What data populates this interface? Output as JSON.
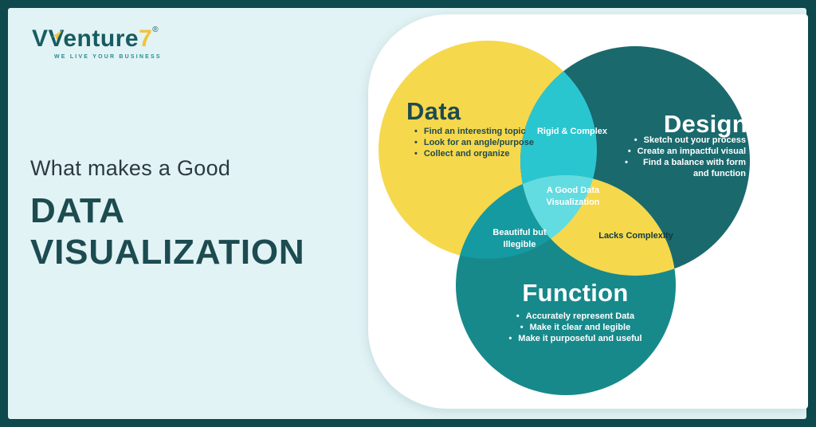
{
  "brand": {
    "name": "Venture",
    "seven": "7",
    "registered": "®",
    "tagline": "WE LIVE YOUR BUSINESS"
  },
  "title": {
    "intro": "What makes a Good",
    "line1": "DATA",
    "line2": "VISUALIZATION"
  },
  "chart_data": {
    "type": "venn",
    "title": "What makes a Good Data Visualization",
    "sets": [
      {
        "name": "Data",
        "color": "#F6D84D",
        "text_color": "#1F4A50",
        "items": [
          "Find an interesting topic",
          "Look for an angle/purpose",
          "Collect and organize"
        ]
      },
      {
        "name": "Design",
        "color": "#1A696D",
        "text_color": "#FFFFFF",
        "items": [
          "Sketch out your process",
          "Create an impactful visual",
          "Find a balance with form and function"
        ]
      },
      {
        "name": "Function",
        "color": "#17898B",
        "text_color": "#FFFFFF",
        "items": [
          "Accurately represent Data",
          "Make it clear and legible",
          "Make it purposeful and useful"
        ]
      }
    ],
    "intersections": [
      {
        "sets": [
          "Data",
          "Design"
        ],
        "label": "Rigid & Complex",
        "color": "#2AC6D0",
        "label_color": "#FFFFFF"
      },
      {
        "sets": [
          "Data",
          "Function"
        ],
        "label": "Beautiful but Illegible",
        "color": "#149AA0",
        "label_color": "#FFFFFF"
      },
      {
        "sets": [
          "Design",
          "Function"
        ],
        "label": "Lacks Complexity",
        "color": "#F6D84D",
        "label_color": "#113B3F"
      },
      {
        "sets": [
          "Data",
          "Design",
          "Function"
        ],
        "label": "A Good Data Visualization",
        "color": "#62DCE1",
        "label_color": "#FFFFFF"
      }
    ]
  },
  "colors": {
    "frame": "#0E494D",
    "background": "#E2F3F5",
    "panel": "#FFFFFF",
    "accent_yellow": "#F2C437",
    "heading_dark": "#1C4B50"
  }
}
